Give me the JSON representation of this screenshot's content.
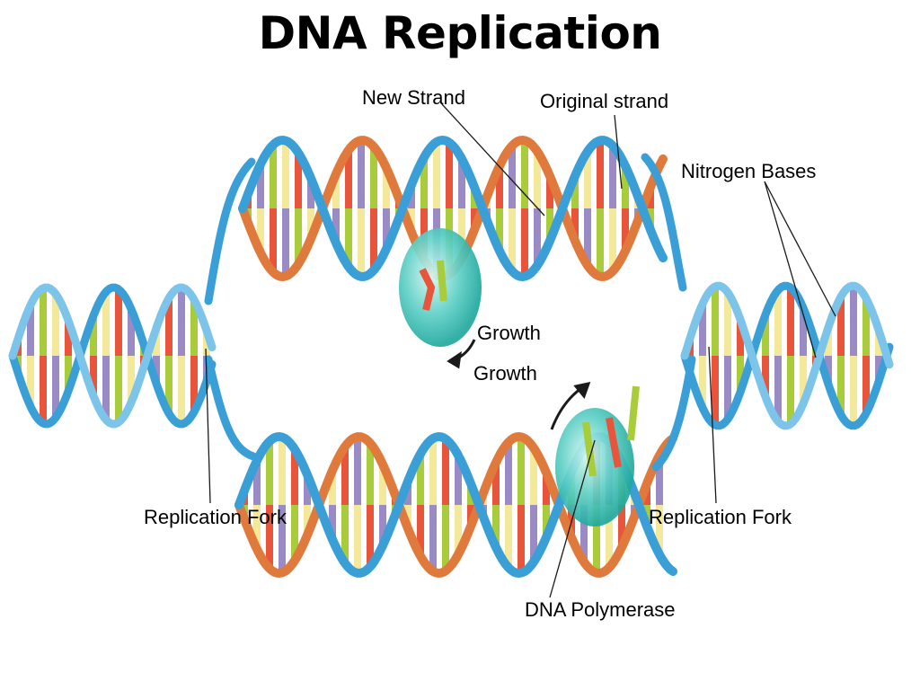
{
  "title": "DNA Replication",
  "labels": {
    "new_strand": "New Strand",
    "original_strand": "Original strand",
    "nitrogen_bases": "Nitrogen Bases",
    "growth_top": "Growth",
    "growth_bottom": "Growth",
    "replication_fork_left": "Replication Fork",
    "replication_fork_right": "Replication Fork",
    "dna_polymerase": "DNA Polymerase"
  },
  "colors": {
    "original_strand": "#3a9fd6",
    "new_strand": "#e07a3c",
    "base_red": "#e8553a",
    "base_purple": "#9a8bc4",
    "base_green": "#a8cc3a",
    "base_yellow": "#f4e89a",
    "polymerase": "#39c2b8"
  }
}
